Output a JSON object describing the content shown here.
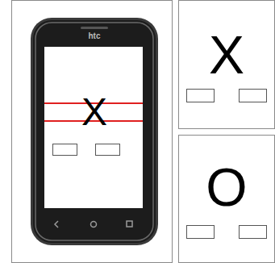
{
  "diagram": {
    "labels": [
      "htc",
      "X",
      "X",
      "O"
    ]
  }
}
